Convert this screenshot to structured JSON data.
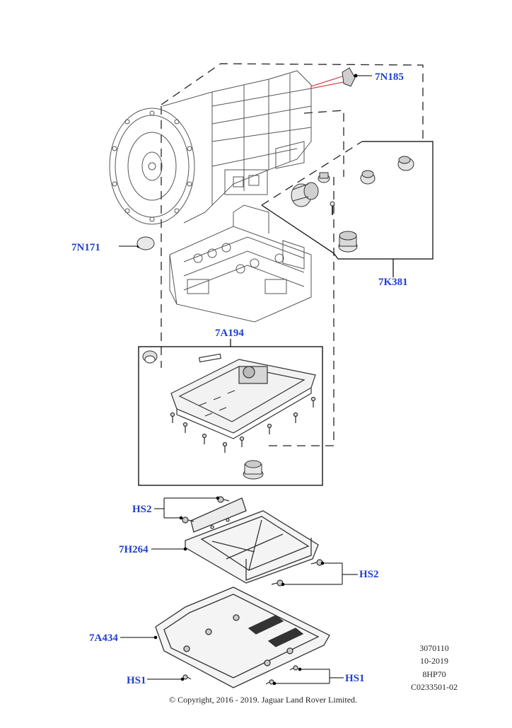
{
  "callouts": {
    "p7n185": "7N185",
    "p7n171": "7N171",
    "p7k381": "7K381",
    "p7a194": "7A194",
    "hs2_top": "HS2",
    "p7h264": "7H264",
    "hs2_right": "HS2",
    "p7a434": "7A434",
    "hs1_left": "HS1",
    "hs1_right": "HS1"
  },
  "meta": {
    "line1": "3070110",
    "line2": "10-2019",
    "line3": "8HP70",
    "line4": "C0233501-02"
  },
  "copyright": "© Copyright, 2016 - 2019. Jaguar Land Rover Limited.",
  "colors": {
    "callout": "#1f3fd0",
    "line": "#000000",
    "drawing": "#444444",
    "pointer_red": "#d02020"
  }
}
